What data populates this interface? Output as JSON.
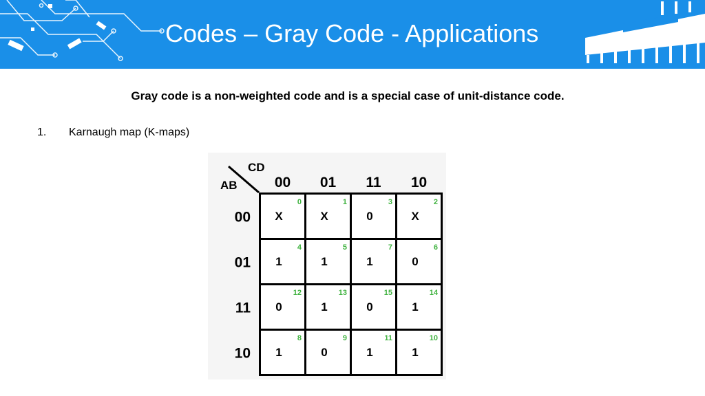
{
  "header": {
    "title": "Codes – Gray Code - Applications",
    "background_color": "#1a8fe8"
  },
  "body": {
    "subtitle": "Gray code is a non-weighted code and is a special case of unit-distance code.",
    "list": [
      {
        "number": "1.",
        "text": "Karnaugh map (K-maps)"
      }
    ]
  },
  "kmap": {
    "row_variable_label": "AB",
    "col_variable_label": "CD",
    "col_headers": [
      "00",
      "01",
      "11",
      "10"
    ],
    "row_headers": [
      "00",
      "01",
      "11",
      "10"
    ],
    "cells": [
      [
        {
          "value": "X",
          "index": "0"
        },
        {
          "value": "X",
          "index": "1"
        },
        {
          "value": "0",
          "index": "3"
        },
        {
          "value": "X",
          "index": "2"
        }
      ],
      [
        {
          "value": "1",
          "index": "4"
        },
        {
          "value": "1",
          "index": "5"
        },
        {
          "value": "1",
          "index": "7"
        },
        {
          "value": "0",
          "index": "6"
        }
      ],
      [
        {
          "value": "0",
          "index": "12"
        },
        {
          "value": "1",
          "index": "13"
        },
        {
          "value": "0",
          "index": "15"
        },
        {
          "value": "1",
          "index": "14"
        }
      ],
      [
        {
          "value": "1",
          "index": "8"
        },
        {
          "value": "0",
          "index": "9"
        },
        {
          "value": "1",
          "index": "11"
        },
        {
          "value": "1",
          "index": "10"
        }
      ]
    ],
    "index_color": "#3fb23f"
  }
}
